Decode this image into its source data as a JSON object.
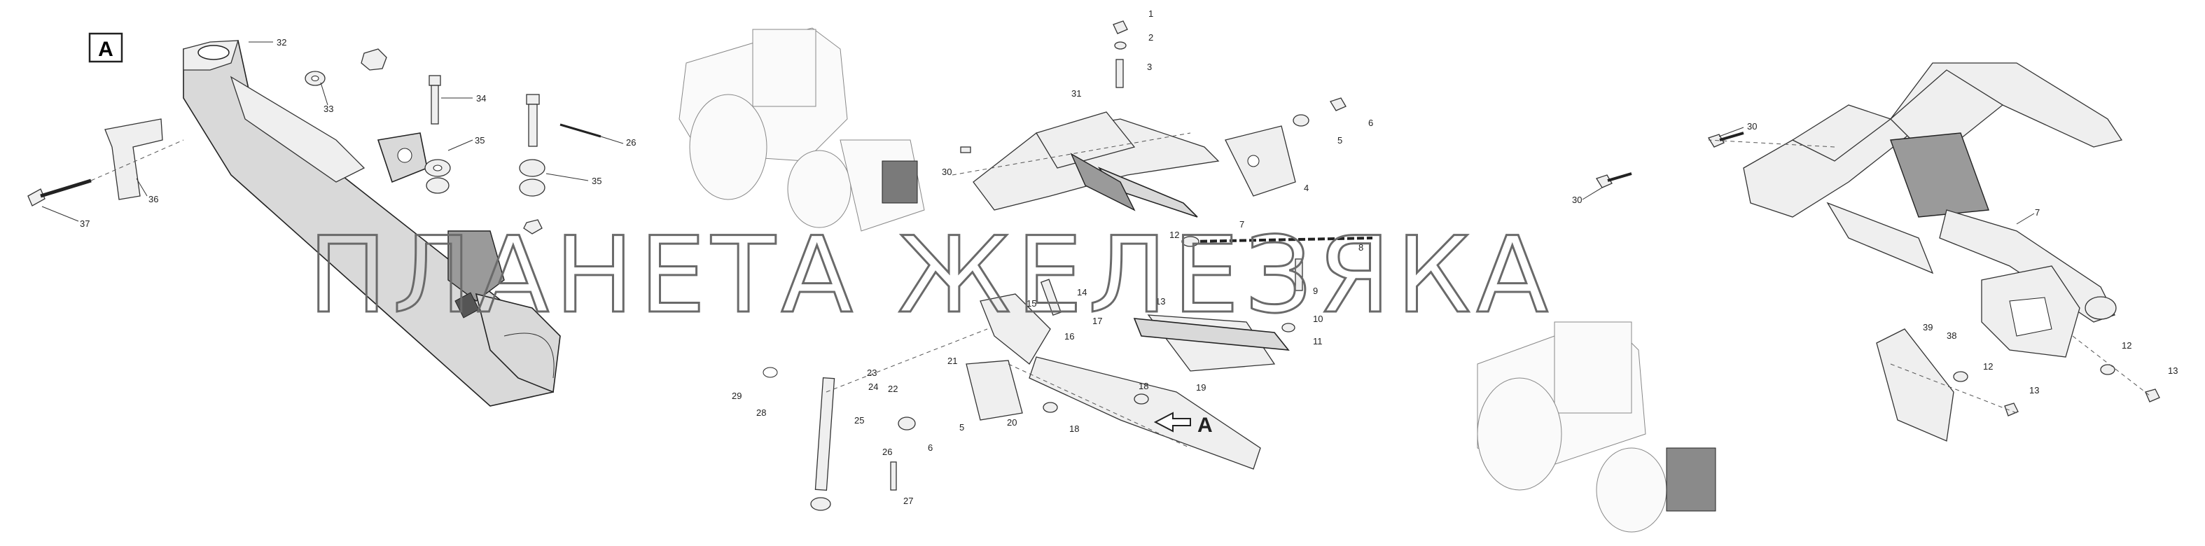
{
  "view_marker": "A",
  "watermark": "ПЛАНЕТА ЖЕЛЕЗЯКА",
  "left_view_labels": [
    "32",
    "33",
    "34",
    "35",
    "35",
    "26",
    "36",
    "37"
  ],
  "center_labels": [
    "1",
    "2",
    "3",
    "31",
    "6",
    "5",
    "4",
    "30",
    "7",
    "8",
    "9",
    "10",
    "11",
    "12",
    "13",
    "14",
    "15",
    "16",
    "17",
    "18",
    "18",
    "19",
    "20",
    "21",
    "22",
    "23",
    "24",
    "25",
    "26",
    "27",
    "28",
    "29",
    "5",
    "6"
  ],
  "center_view_arrow": "A",
  "right_labels": [
    "30",
    "30",
    "7",
    "38",
    "39",
    "12",
    "12",
    "13",
    "13"
  ]
}
